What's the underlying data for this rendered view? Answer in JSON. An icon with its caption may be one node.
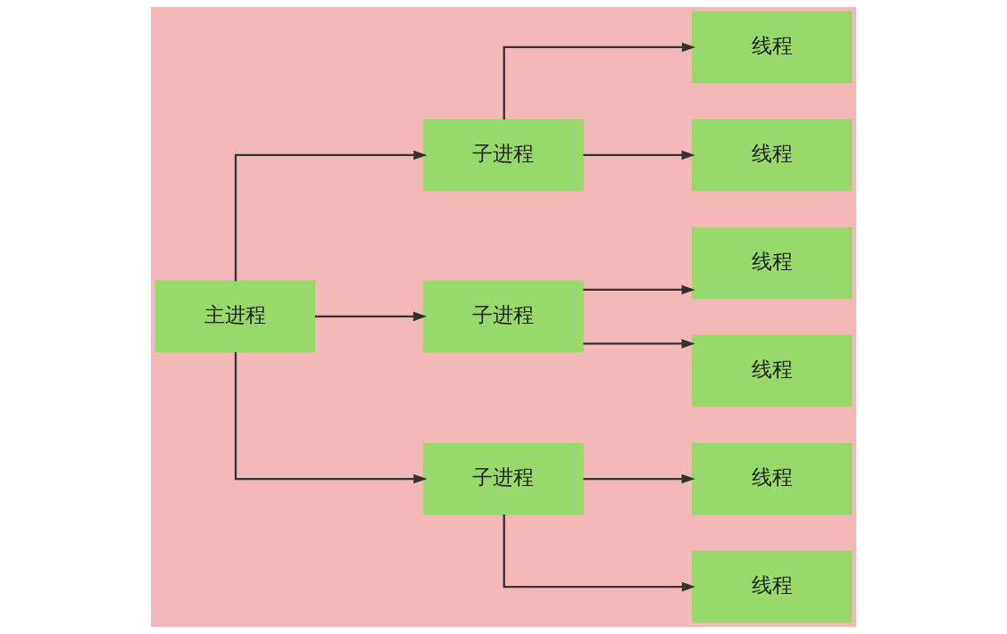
{
  "diagram": {
    "nodes": [
      {
        "text": [
          "主进程"
        ]
      },
      {
        "text": [
          "子进程"
        ]
      },
      {
        "text": [
          "子进程"
        ]
      },
      {
        "text": [
          "子进程"
        ]
      },
      {
        "text": [
          "线程"
        ]
      },
      {
        "text": [
          "线程"
        ]
      },
      {
        "text": [
          "线程"
        ]
      },
      {
        "text": [
          "线程"
        ]
      },
      {
        "text": [
          "线程"
        ]
      },
      {
        "text": [
          "线程"
        ]
      }
    ],
    "edges": [
      {
        "from": 0,
        "to": 1,
        "arrow": "to"
      },
      {
        "from": 0,
        "to": 2,
        "arrow": "to"
      },
      {
        "from": 0,
        "to": 3,
        "arrow": "to"
      },
      {
        "from": 1,
        "to": 4,
        "arrow": "to"
      },
      {
        "from": 1,
        "to": 5,
        "arrow": "to"
      },
      {
        "from": 2,
        "to": 6,
        "arrow": "to"
      },
      {
        "from": 2,
        "to": 7,
        "arrow": "to"
      },
      {
        "from": 3,
        "to": 8,
        "arrow": "to"
      },
      {
        "from": 3,
        "to": 9,
        "arrow": "to"
      }
    ]
  }
}
